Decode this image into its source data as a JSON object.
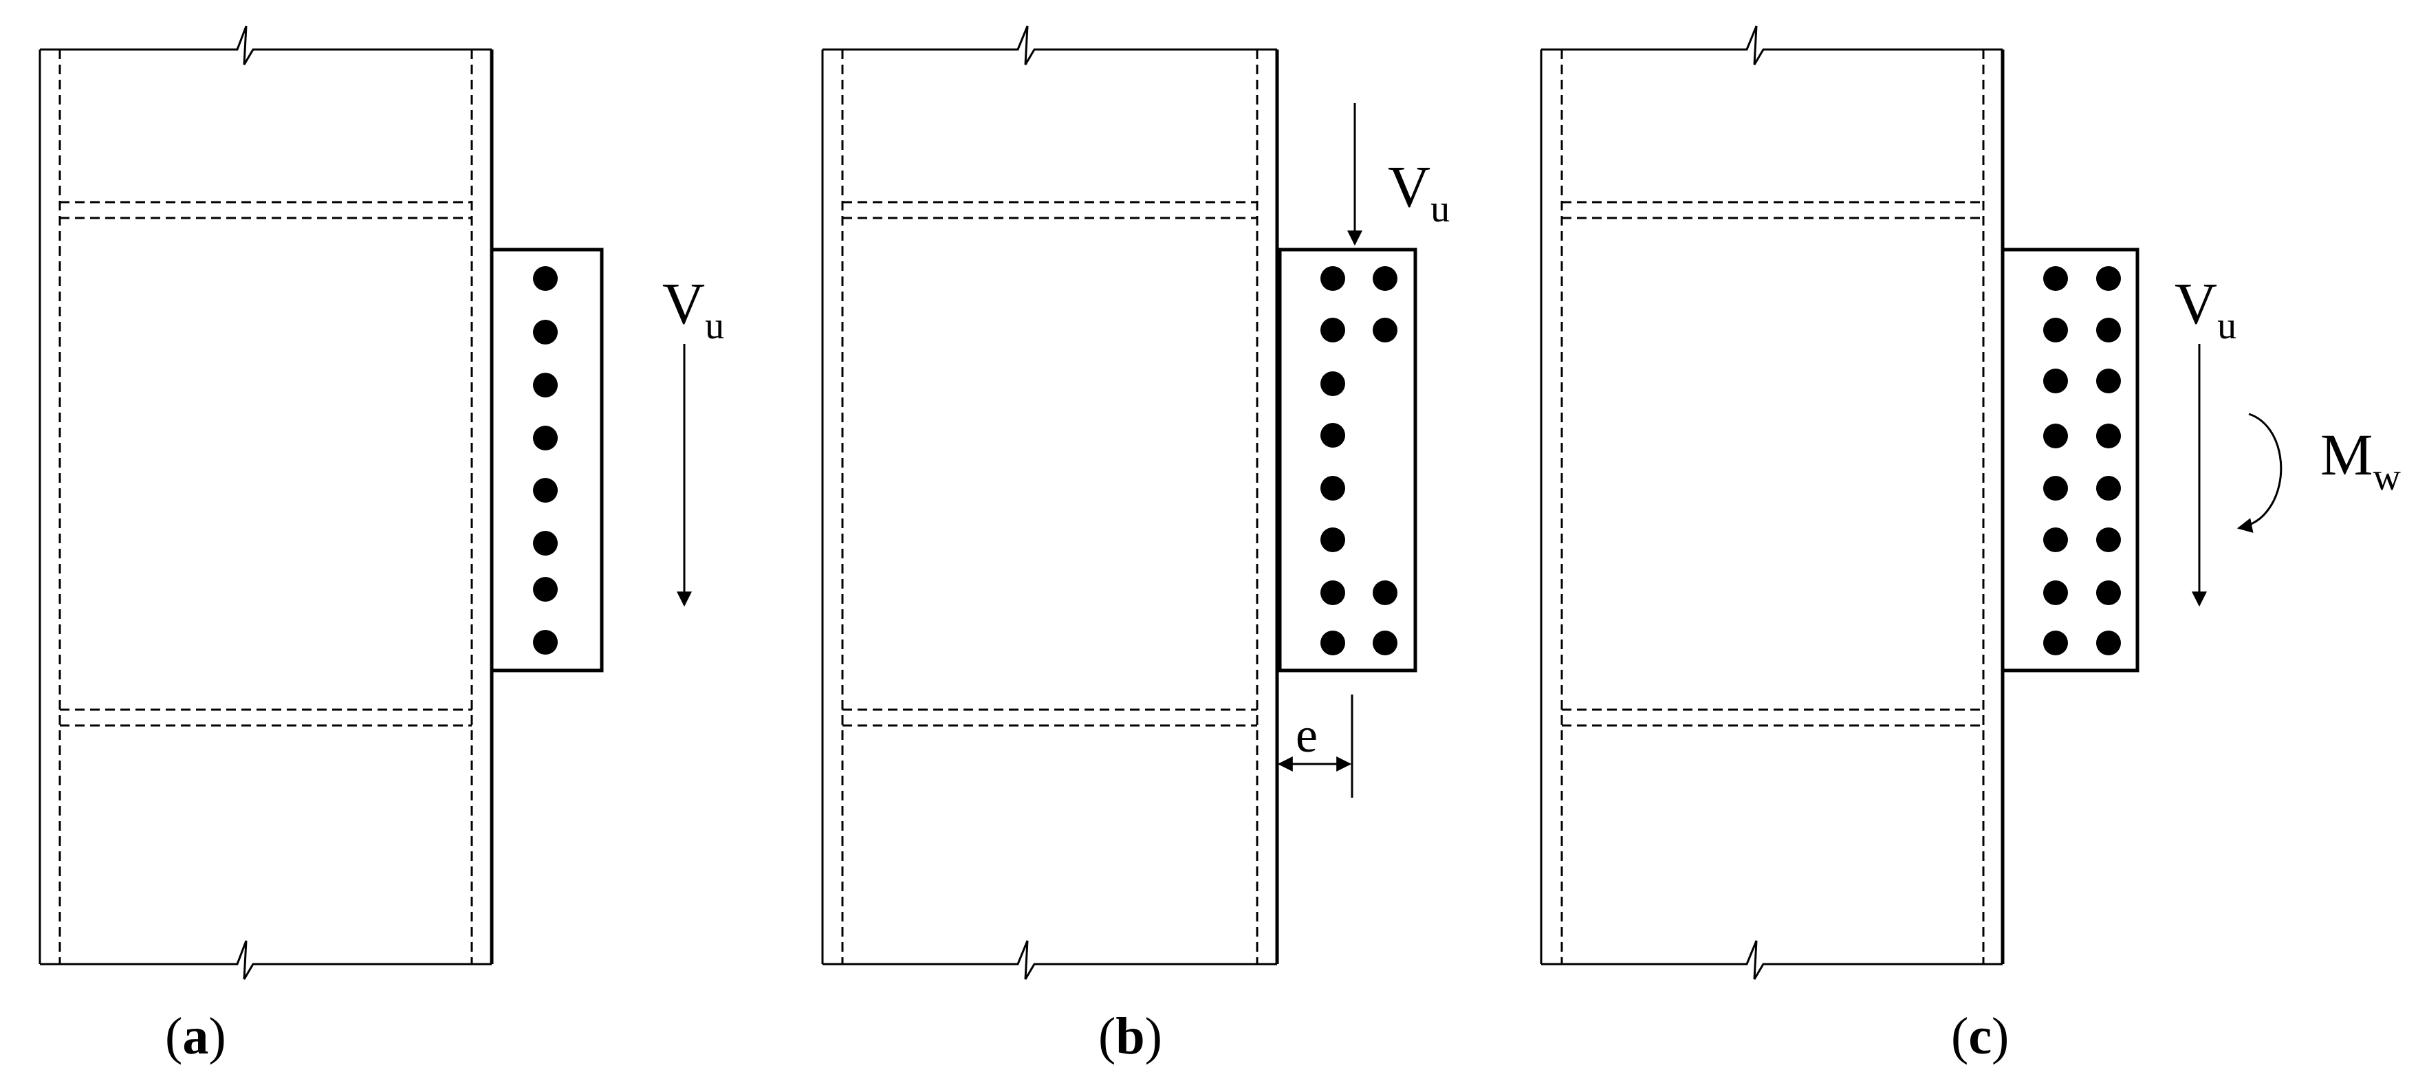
{
  "figure": {
    "panels": [
      {
        "id": "a",
        "caption_open": "(",
        "caption_letter": "a",
        "caption_close": ")",
        "bolt_rows": 8,
        "bolt_columns": 1,
        "labels": {
          "shear": {
            "main": "V",
            "sub": "u"
          }
        }
      },
      {
        "id": "b",
        "caption_open": "(",
        "caption_letter": "b",
        "caption_close": ")",
        "bolt_rows": 8,
        "bolt_columns": 2,
        "bolt_layout": "inner column full, outer column top two and bottom two rows",
        "labels": {
          "shear": {
            "main": "V",
            "sub": "u"
          },
          "eccentricity": "e"
        }
      },
      {
        "id": "c",
        "caption_open": "(",
        "caption_letter": "c",
        "caption_close": ")",
        "bolt_rows": 8,
        "bolt_columns": 2,
        "labels": {
          "shear": {
            "main": "V",
            "sub": "u"
          },
          "moment": {
            "main": "M",
            "sub": "w"
          }
        }
      }
    ],
    "colors": {
      "line": "#000000",
      "background": "#ffffff",
      "bolt": "#000000"
    }
  }
}
